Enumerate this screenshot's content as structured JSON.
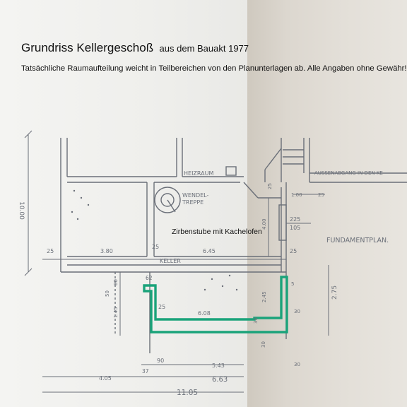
{
  "header": {
    "title": "Grundriss Kellergeschoß",
    "title_suffix": "aus dem Bauakt 1977",
    "disclaimer": "Tatsächliche Raumaufteilung weicht in Teilbereichen von den Planunterlagen ab. Alle Angaben ohne Gewähr!"
  },
  "highlight": {
    "label": "Zirbenstube mit Kachelofen",
    "color": "#1aa37a"
  },
  "plan": {
    "rooms": {
      "heizraum": "HEIZRAUM",
      "wendel_1": "WENDEL-",
      "wendel_2": "TREPPE",
      "keller": "KELLER",
      "aussenabgang": "AUSSENABGANG IN DEN KE",
      "fundamentplan": "FUNDAMENTPLAN."
    },
    "dimensions": {
      "d_10_00": "10.00",
      "d_25_left": "25",
      "d_3_80": "3.80",
      "d_25_mid": "25",
      "d_6_45": "6.45",
      "d_25_right": "25",
      "d_25_top": "25",
      "d_1_00": "1.00",
      "d_25_r": "25",
      "d_4_00": "4.00",
      "d_2_25": "225",
      "d_1_05": "105",
      "d_62": "62",
      "d_80": "80",
      "d_50": "50",
      "d_1_45": "1.45",
      "d_25_inner": "25",
      "d_6_08": "6.08",
      "d_2_45": "2.45",
      "d_5": "5",
      "d_30_a": "30",
      "d_2_75": "2.75",
      "d_30_b": "30",
      "d_30_c": "30",
      "d_90": "90",
      "d_5_43": "5.43",
      "d_30_d": "30",
      "d_37": "37",
      "d_4_05": "4.05",
      "d_6_63": "6.63",
      "d_11_05": "11.05"
    }
  }
}
